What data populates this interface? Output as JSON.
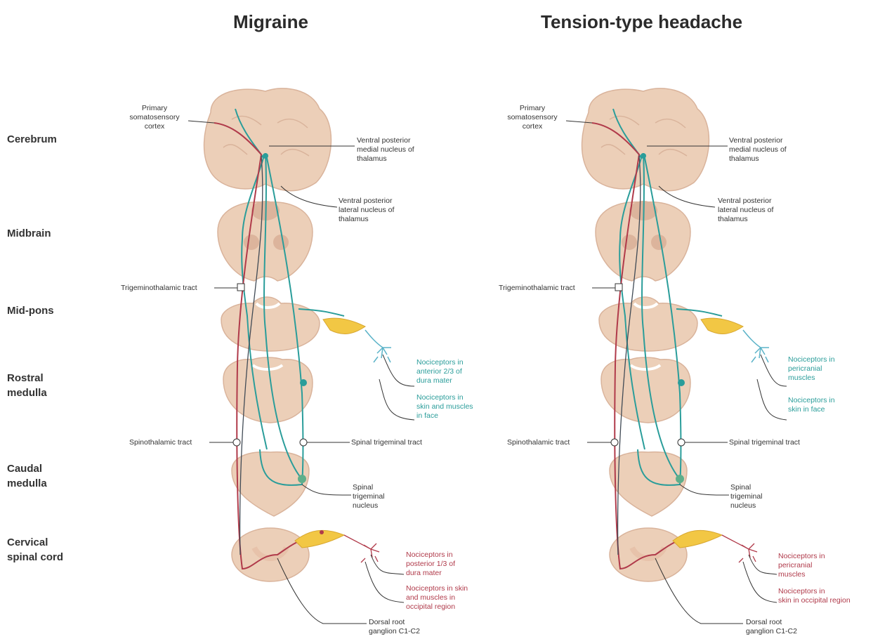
{
  "colors": {
    "tissue": "#eccfb8",
    "tissue_dark": "#d9b39b",
    "teal": "#2a9d9a",
    "red": "#b03a4a",
    "yellow": "#f2c744",
    "tract_dark": "#404a55"
  },
  "regions": [
    "Cerebrum",
    "Midbrain",
    "Mid-pons",
    "Rostral\nmedulla",
    "Caudal\nmedulla",
    "Cervical\nspinal cord"
  ],
  "panels": [
    {
      "title": "Migraine",
      "primary_cortex": "Primary\nsomatosensory\ncortex",
      "vpm": "Ventral posterior\nmedial nucleus of\nthalamus",
      "vpl": "Ventral posterior\nlateral nucleus of\nthalamus",
      "trigeminothalamic": "Trigeminothalamic tract",
      "spinothalamic": "Spinothalamic tract",
      "spinal_trigeminal_tract": "Spinal trigeminal tract",
      "spinal_trigeminal_nucleus": "Spinal\ntrigeminal\nnucleus",
      "noci_teal_1": "Nociceptors in\nanterior 2/3 of\ndura mater",
      "noci_teal_2": "Nociceptors in\nskin and muscles\nin face",
      "noci_red_1": "Nociceptors in\nposterior 1/3 of\ndura mater",
      "noci_red_2": "Nociceptors in skin\nand muscles in\noccipital region",
      "drg": "Dorsal root\nganglion C1-C2"
    },
    {
      "title": "Tension-type headache",
      "primary_cortex": "Primary\nsomatosensory\ncortex",
      "vpm": "Ventral posterior\nmedial nucleus of\nthalamus",
      "vpl": "Ventral posterior\nlateral nucleus of\nthalamus",
      "trigeminothalamic": "Trigeminothalamic tract",
      "spinothalamic": "Spinothalamic tract",
      "spinal_trigeminal_tract": "Spinal trigeminal tract",
      "spinal_trigeminal_nucleus": "Spinal\ntrigeminal\nnucleus",
      "noci_teal_1": "Nociceptors in\npericranial\nmuscles",
      "noci_teal_2": "Nociceptors in\nskin in face",
      "noci_red_1": "Nociceptors in\npericranial\nmuscles",
      "noci_red_2": "Nociceptors in\nskin in occipital region",
      "drg": "Dorsal root\nganglion C1-C2"
    }
  ]
}
